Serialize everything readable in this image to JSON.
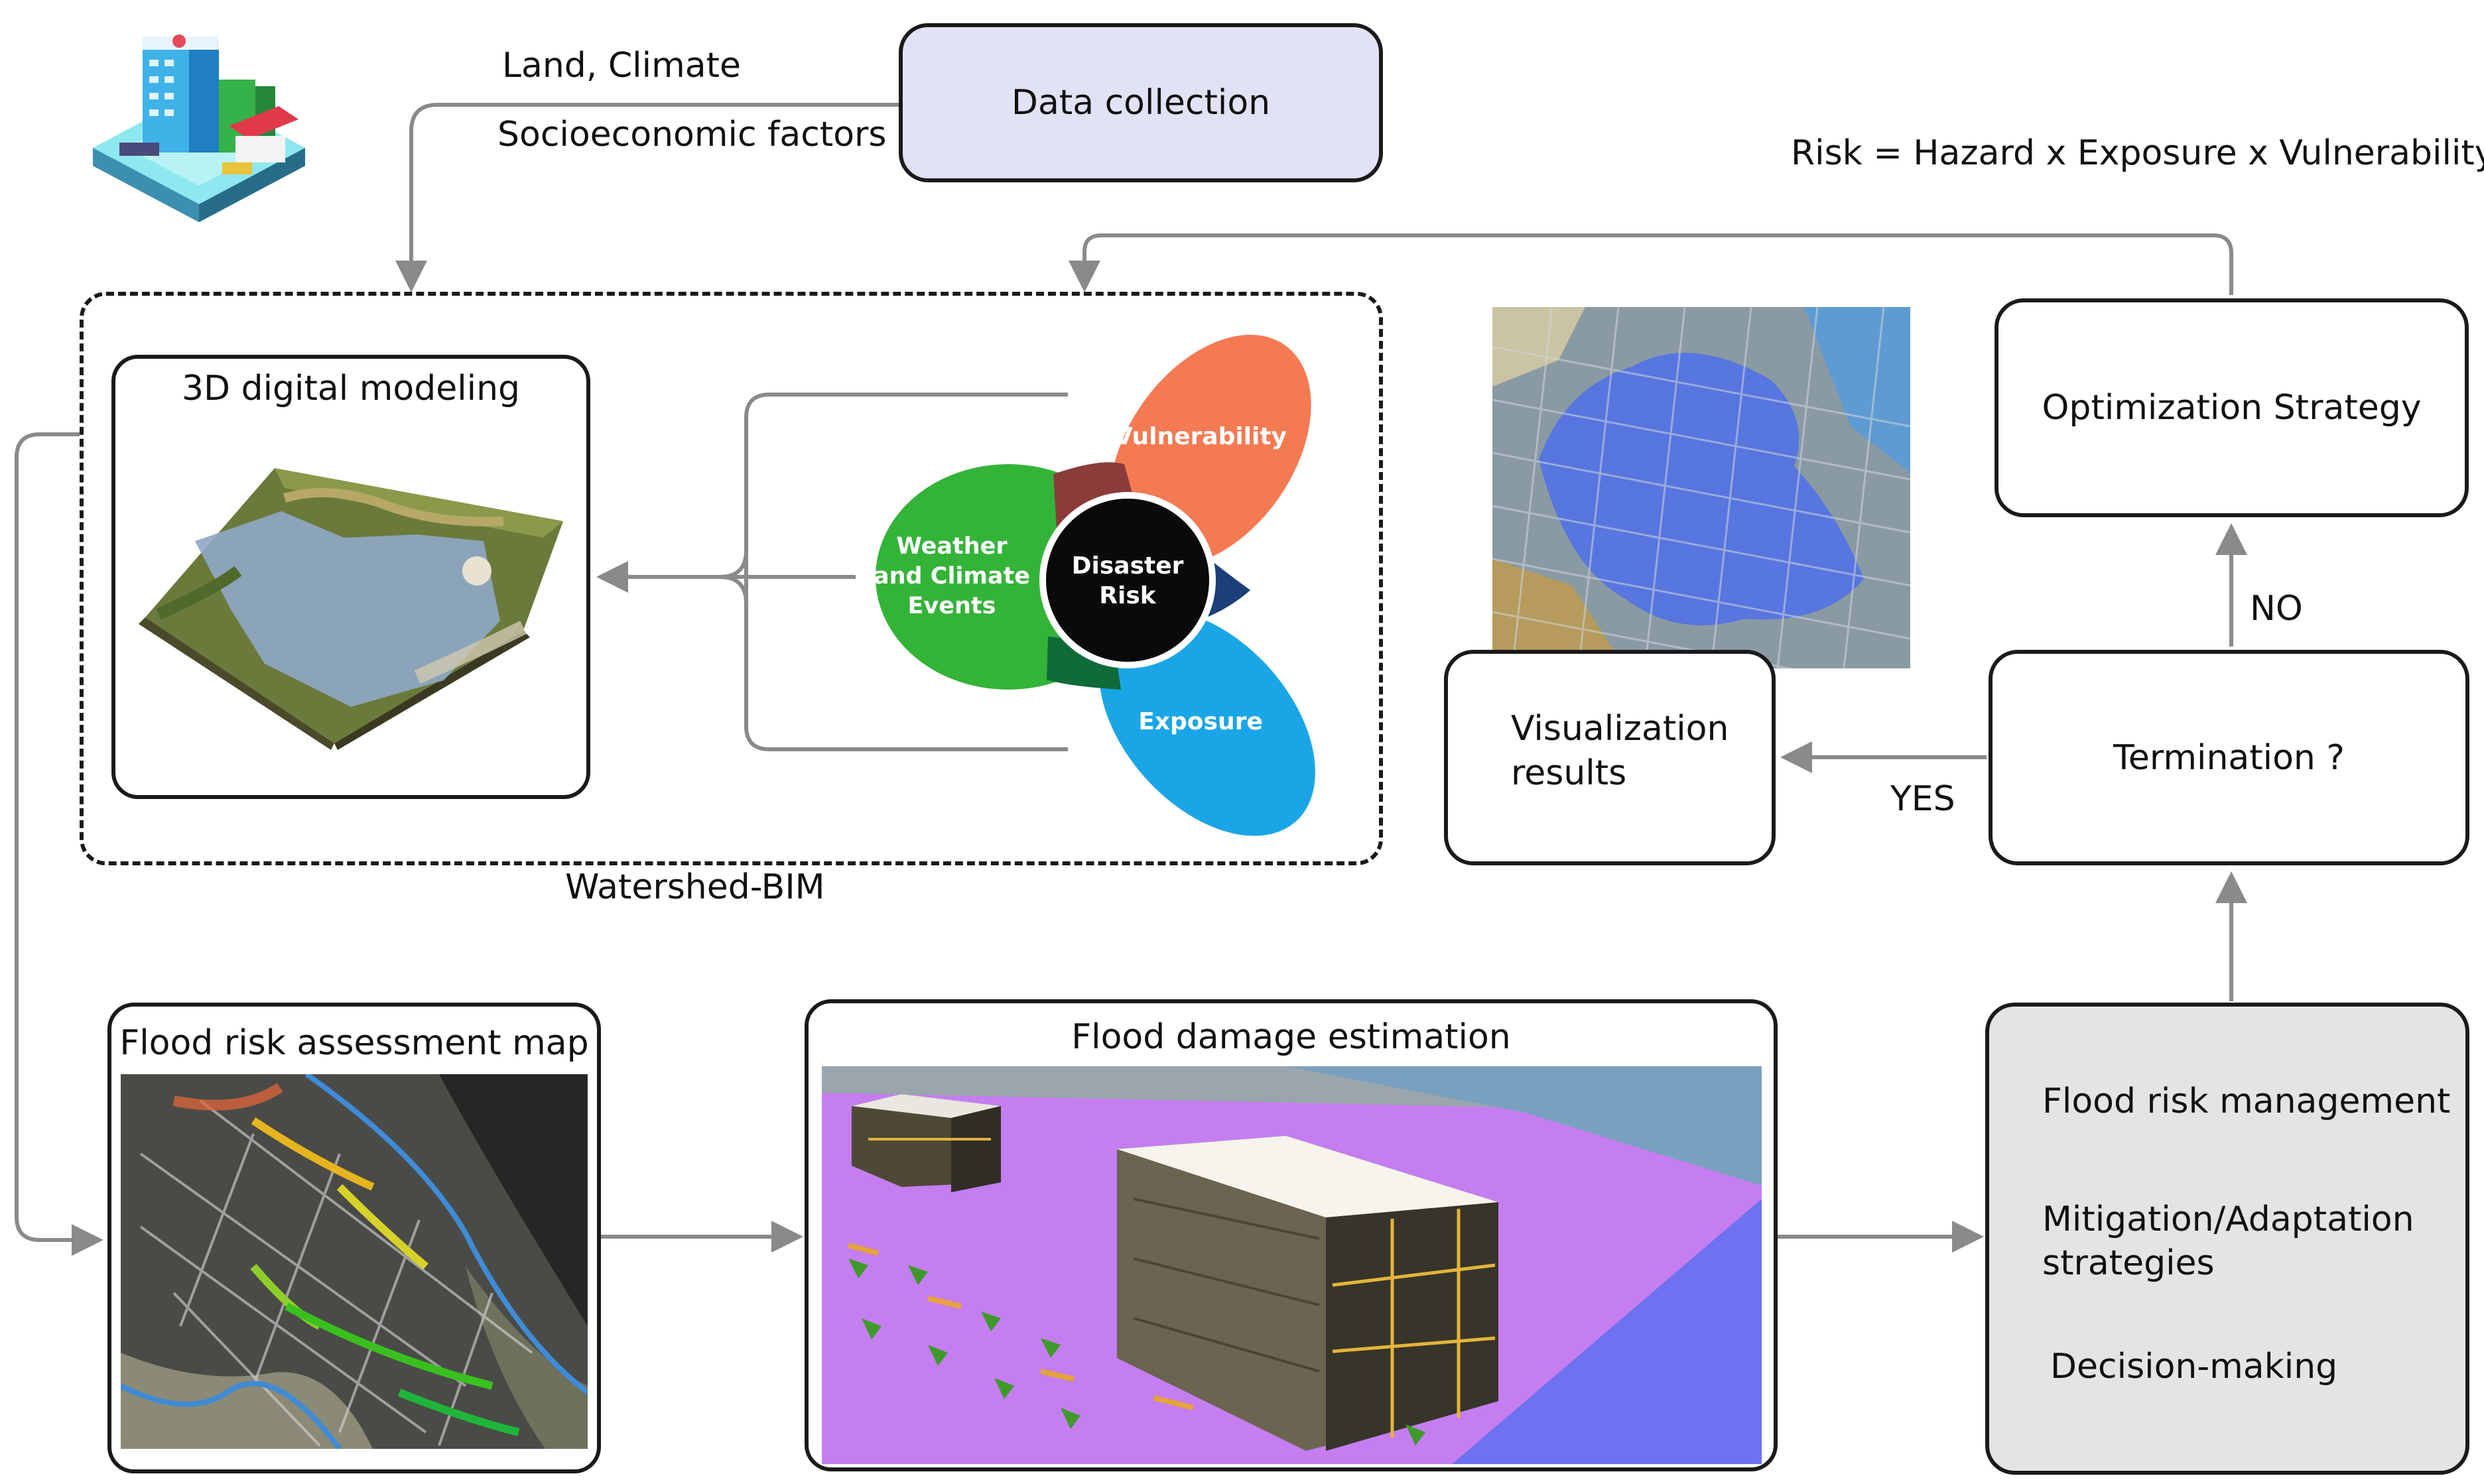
{
  "input_labels": {
    "line1": "Land, Climate",
    "line2": "Socioeconomic factors"
  },
  "data_collection": {
    "label": "Data collection"
  },
  "formula": "Risk  =  Hazard  x  Exposure  x  Vulnerability",
  "modeling": {
    "title": "3D digital modeling"
  },
  "venn": {
    "vulnerability": "Vulnerability",
    "weather_line1": "Weather",
    "weather_line2": "and Climate",
    "weather_line3": "Events",
    "exposure": "Exposure",
    "center_line1": "Disaster",
    "center_line2": "Risk"
  },
  "watershed_label": "Watershed-BIM",
  "optimization": {
    "label": "Optimization Strategy"
  },
  "no_label": "NO",
  "yes_label": "YES",
  "termination": {
    "label": "Termination ?"
  },
  "visualization": {
    "line1": "Visualization",
    "line2": "results"
  },
  "flood_map": {
    "title": "Flood risk assessment map"
  },
  "damage": {
    "title": "Flood damage estimation"
  },
  "management": {
    "item1": "Flood risk management",
    "item2_line1": "Mitigation/Adaptation",
    "item2_line2": "strategies",
    "item3": "Decision-making"
  },
  "colors": {
    "vulnerability": "#f47a52",
    "weather": "#34b339",
    "exposure": "#1aa6e6",
    "data_collection_fill": "#e2e2f6",
    "management_fill": "#e4e4e4",
    "arrow": "#8a8a8a"
  }
}
